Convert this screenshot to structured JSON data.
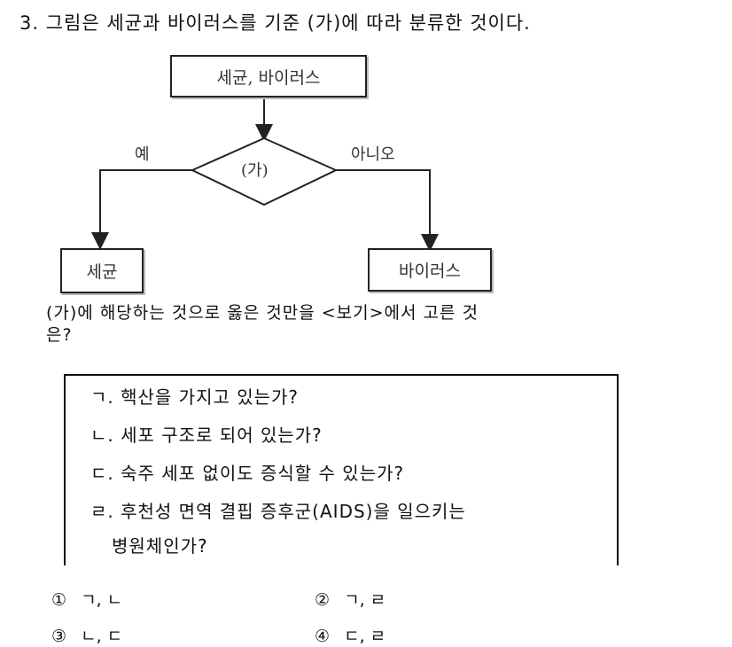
{
  "question": {
    "title": "3. 그림은 세균과 바이러스를 기준 (가)에 따라 분류한 것이다.",
    "flowchart": {
      "top_node": "세균, 바이러스",
      "criterion": "(가)",
      "yes_label": "예",
      "no_label": "아니오",
      "yes_node": "세균",
      "no_node": "바이러스"
    },
    "prompt_line1": "(가)에 해당하는 것으로 옳은 것만을 <보기>에서 고른 것",
    "prompt_line2": "은?",
    "bogi_items": [
      "ㄱ. 핵산을 가지고 있는가?",
      "ㄴ. 세포 구조로 되어 있는가?",
      "ㄷ. 숙주 세포 없이도 증식할 수 있는가?",
      "ㄹ. 후천성 면역 결핍 증후군(AIDS)을 일으키는",
      "병원체인가?"
    ],
    "choices": [
      {
        "num": "①",
        "text": "ㄱ, ㄴ"
      },
      {
        "num": "②",
        "text": "ㄱ, ㄹ"
      },
      {
        "num": "③",
        "text": "ㄴ, ㄷ"
      },
      {
        "num": "④",
        "text": "ㄷ, ㄹ"
      }
    ]
  }
}
